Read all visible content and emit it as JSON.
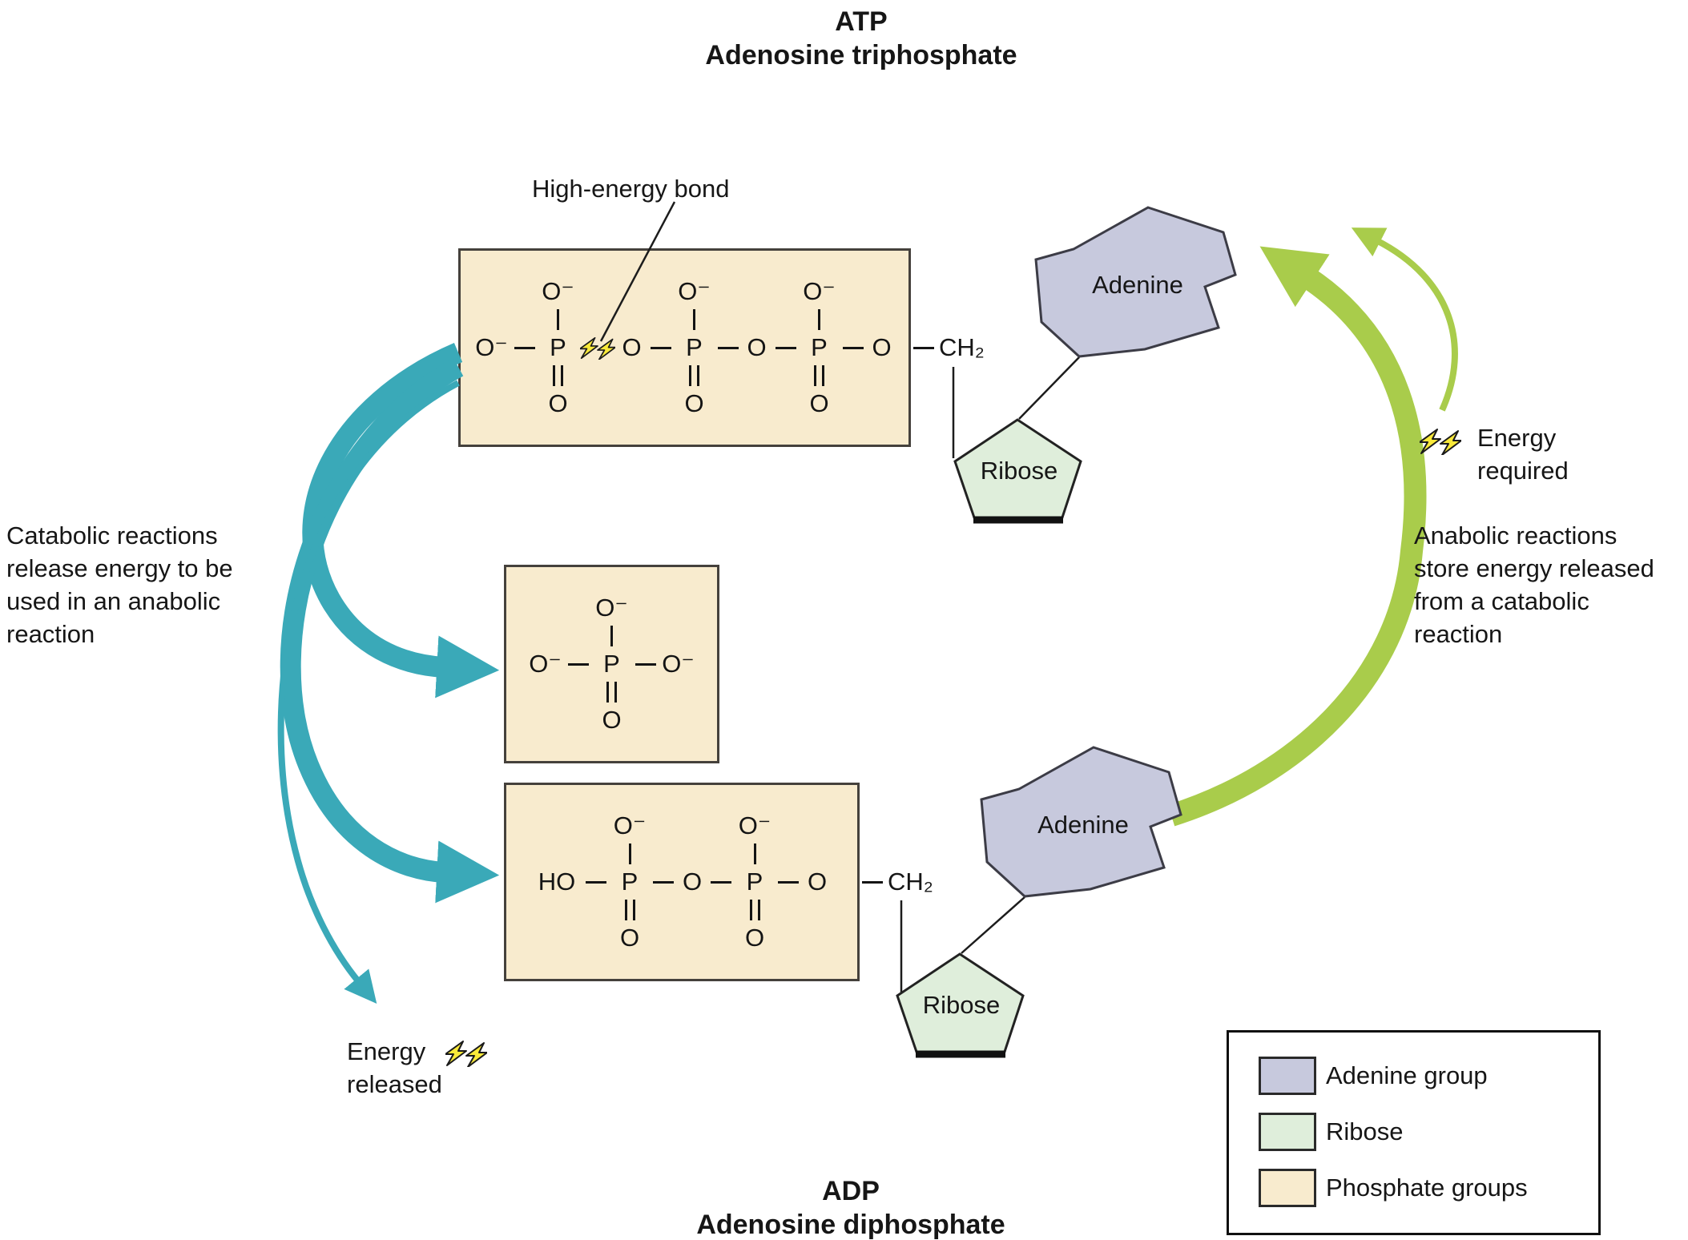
{
  "header": {
    "title": "ATP",
    "subtitle": "Adenosine triphosphate"
  },
  "footer": {
    "title": "ADP",
    "subtitle": "Adenosine diphosphate"
  },
  "notes": {
    "high_energy_bond": "High-energy bond",
    "catabolic": "Catabolic reactions\nrelease energy to be\nused in an anabolic\nreaction",
    "anabolic": "Anabolic reactions\nstore energy released\nfrom a catabolic\nreaction",
    "energy_required": "Energy\nrequired",
    "energy_released": "Energy\nreleased"
  },
  "molecules": {
    "adenine_top": "Adenine",
    "ribose_top": "Ribose",
    "adenine_bottom": "Adenine",
    "ribose_bottom": "Ribose"
  },
  "chem": {
    "atp": {
      "a1": "O⁻",
      "p1t": "O⁻",
      "p1": "P",
      "p1b": "O",
      "o1": "O",
      "p2t": "O⁻",
      "p2": "P",
      "p2b": "O",
      "o2": "O",
      "p3t": "O⁻",
      "p3": "P",
      "p3b": "O",
      "o3": "O",
      "ch2": "CH₂"
    },
    "pi": {
      "left": "O⁻",
      "pt": "O⁻",
      "p": "P",
      "pb": "O",
      "right": "O⁻"
    },
    "adp": {
      "a1": "HO",
      "p1t": "O⁻",
      "p1": "P",
      "p1b": "O",
      "o1": "O",
      "p2t": "O⁻",
      "p2": "P",
      "p2b": "O",
      "o2": "O",
      "ch2": "CH₂"
    }
  },
  "legend": {
    "items": [
      {
        "label": "Adenine group",
        "color": "#c7c9dd"
      },
      {
        "label": "Ribose",
        "color": "#dfeedb"
      },
      {
        "label": " Phosphate groups",
        "color": "#f8ebce"
      }
    ]
  },
  "colors": {
    "catabolic_arrow": "#3aa9b8",
    "anabolic_arrow": "#a9cc4b",
    "bolt": "#f9e93a",
    "phosphate_box": "#f8ebce",
    "adenine": "#c7c9dd",
    "ribose": "#dfeedb",
    "line": "#1c1c1c"
  }
}
